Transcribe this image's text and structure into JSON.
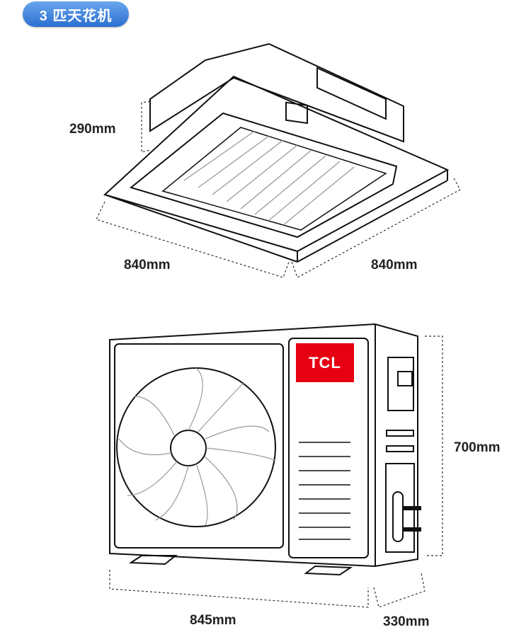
{
  "badge": {
    "label": "3 匹天花机"
  },
  "indoor_unit": {
    "height": "290mm",
    "width_left": "840mm",
    "width_right": "840mm"
  },
  "outdoor_unit": {
    "brand_logo": "TCL",
    "height": "700mm",
    "width": "845mm",
    "depth": "330mm"
  },
  "colors": {
    "badge": "#3a7fdc",
    "logo": "#e60012",
    "line": "#111111"
  }
}
